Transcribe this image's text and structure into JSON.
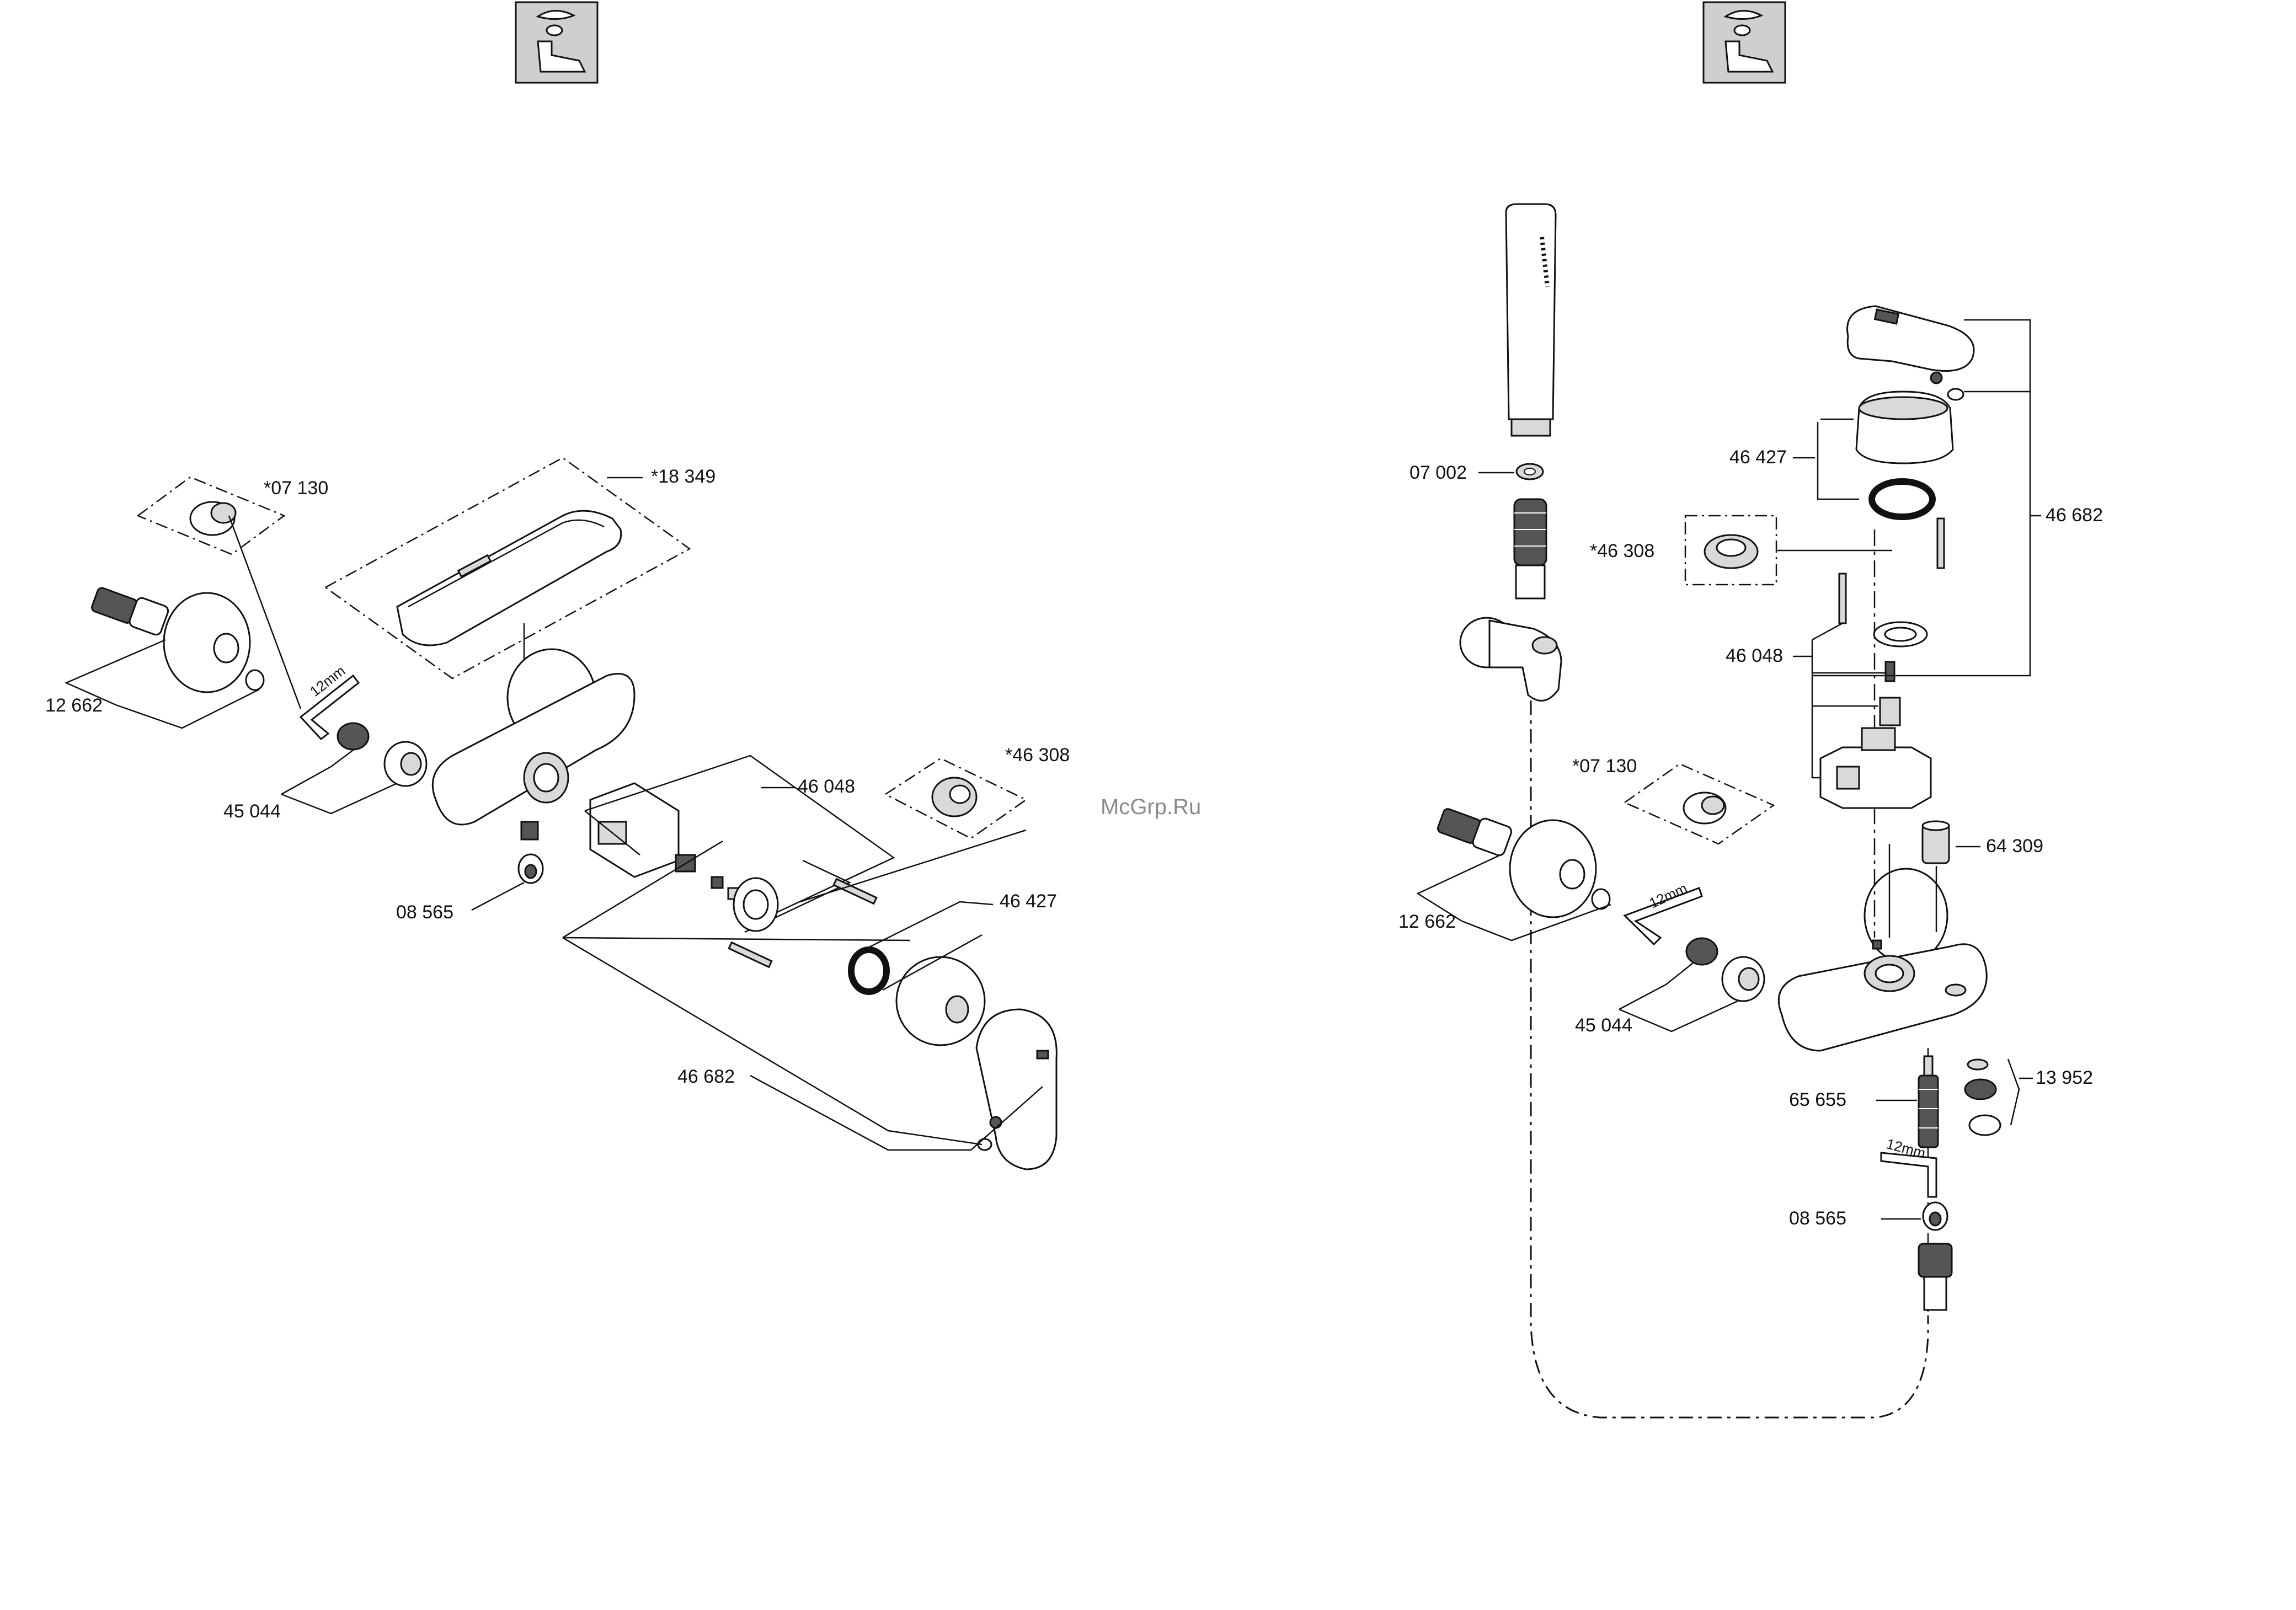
{
  "watermark": "McGrp.Ru",
  "left_assembly": {
    "labels": {
      "p07130": "*07 130",
      "p18349": "*18 349",
      "p12662": "12 662",
      "p45044": "45 044",
      "p46048": "46 048",
      "p46308": "*46 308",
      "p08565": "08 565",
      "p46427": "46 427",
      "p46682": "46 682",
      "wrench": "12mm"
    }
  },
  "right_assembly": {
    "labels": {
      "p07002": "07 002",
      "p46427": "46 427",
      "p46308": "*46 308",
      "p46048": "46 048",
      "p46682": "46 682",
      "p07130": "*07 130",
      "p64309": "64 309",
      "p12662": "12 662",
      "p45044": "45 044",
      "p65655": "65 655",
      "p13952": "13 952",
      "p08565": "08 565",
      "wrench": "12mm"
    }
  },
  "icons": [
    "spare-parts-icon",
    "spare-parts-icon"
  ]
}
